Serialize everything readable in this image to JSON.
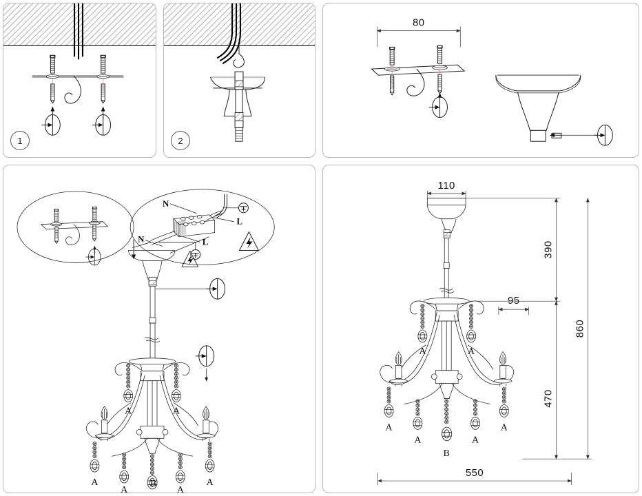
{
  "document": {
    "type": "chandelier-installation-instructions",
    "panel_count": 5
  },
  "panels": [
    {
      "id": "panel-1",
      "step_number": "1",
      "description": "Fix mounting plate with hook to ceiling using screws and wall anchors",
      "elements": [
        "ceiling-hatching",
        "supply-cables",
        "mounting-plate",
        "ceiling-hook",
        "screws",
        "wall-anchors",
        "rotation-symbols"
      ]
    },
    {
      "id": "panel-2",
      "step_number": "2",
      "description": "Pass cables through canopy and hang canopy on hook",
      "elements": [
        "ceiling-hatching",
        "supply-cables",
        "ceiling-hook",
        "canopy",
        "threaded-rod"
      ]
    },
    {
      "id": "panel-3",
      "step_number": "",
      "description": "Mounting plate dimension and canopy with locking set screw",
      "elements": [
        "mounting-plate",
        "ceiling-hook",
        "screws",
        "canopy",
        "set-screw",
        "rotation-symbol"
      ]
    },
    {
      "id": "panel-4",
      "step_number": "",
      "description": "Wiring connection detail and assembled chandelier",
      "elements": [
        "detail-ellipse-plate",
        "detail-ellipse-wiring",
        "terminal-block",
        "chandelier",
        "warning-triangle",
        "rotation-symbols"
      ]
    },
    {
      "id": "panel-5",
      "step_number": "",
      "description": "Finished chandelier with overall dimensions",
      "elements": [
        "chandelier",
        "dimension-lines"
      ]
    }
  ],
  "dimensions": {
    "plate_width": "80",
    "canopy_width": "110",
    "candle_width": "95",
    "drop_upper": "390",
    "drop_lower": "470",
    "drop_total": "860",
    "overall_width": "550"
  },
  "wiring": {
    "neutral_label_top": "N",
    "neutral_label_bottom": "N",
    "live_label_top": "L",
    "live_label_bottom": "L",
    "earth_symbol": "earth-ground",
    "warning": "electric-shock-hazard"
  },
  "part_labels": {
    "crystal_small": "A",
    "crystal_large": "B"
  },
  "chandelier": {
    "arm_count": 3,
    "pendant_label_small": "A",
    "pendant_label_large": "B"
  },
  "colors": {
    "line": "#1d1d1d",
    "centerline": "#d48fc4",
    "panel_border": "#b9b9bd",
    "hatch": "#9a9a9a",
    "background": "#ffffff"
  }
}
